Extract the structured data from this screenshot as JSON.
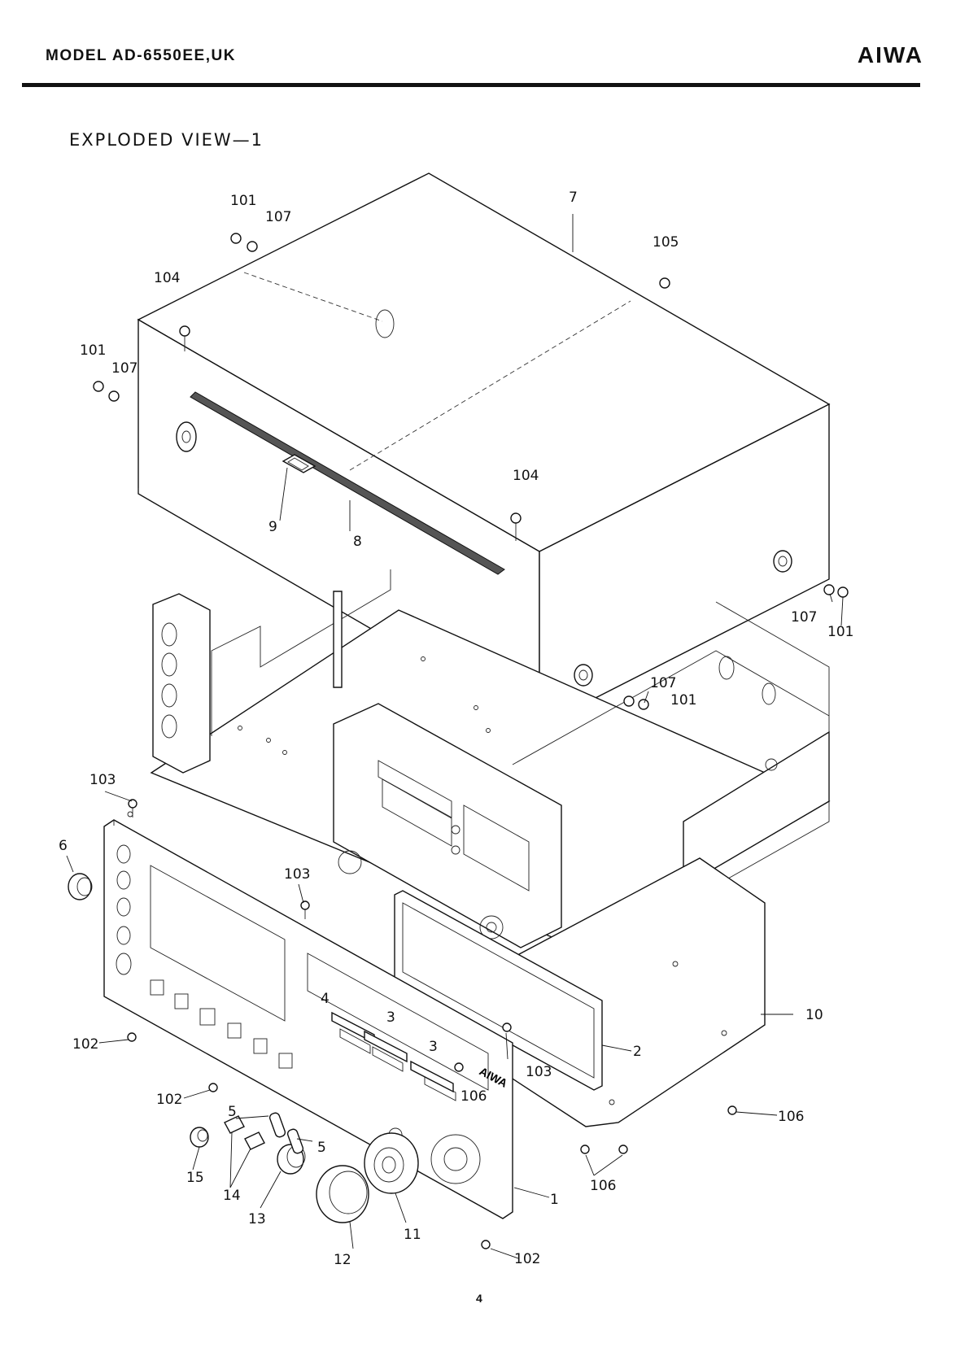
{
  "header": {
    "model": "MODEL AD-6550EE,UK",
    "brand": "AIWA"
  },
  "section_title": "EXPLODED VIEW—1",
  "page_number": "4",
  "panel_text": {
    "front_brand": "AIWA"
  },
  "callouts": [
    {
      "id": "c101a",
      "text": "101"
    },
    {
      "id": "c107a",
      "text": "107"
    },
    {
      "id": "c7",
      "text": "7"
    },
    {
      "id": "c105",
      "text": "105"
    },
    {
      "id": "c104a",
      "text": "104"
    },
    {
      "id": "c101b",
      "text": "101"
    },
    {
      "id": "c107b",
      "text": "107"
    },
    {
      "id": "c104b",
      "text": "104"
    },
    {
      "id": "c9",
      "text": "9"
    },
    {
      "id": "c8",
      "text": "8"
    },
    {
      "id": "c107c",
      "text": "107"
    },
    {
      "id": "c101c",
      "text": "101"
    },
    {
      "id": "c107d",
      "text": "107"
    },
    {
      "id": "c101d",
      "text": "101"
    },
    {
      "id": "c103a",
      "text": "103"
    },
    {
      "id": "c6",
      "text": "6"
    },
    {
      "id": "c103b",
      "text": "103"
    },
    {
      "id": "c4",
      "text": "4"
    },
    {
      "id": "c3a",
      "text": "3"
    },
    {
      "id": "c3b",
      "text": "3"
    },
    {
      "id": "c10",
      "text": "10"
    },
    {
      "id": "c2",
      "text": "2"
    },
    {
      "id": "c102a",
      "text": "102"
    },
    {
      "id": "c103c",
      "text": "103"
    },
    {
      "id": "c106a",
      "text": "106"
    },
    {
      "id": "c102b",
      "text": "102"
    },
    {
      "id": "c5a",
      "text": "5"
    },
    {
      "id": "c5b",
      "text": "5"
    },
    {
      "id": "c106b",
      "text": "106"
    },
    {
      "id": "c15",
      "text": "15"
    },
    {
      "id": "c14",
      "text": "14"
    },
    {
      "id": "c13",
      "text": "13"
    },
    {
      "id": "c1",
      "text": "1"
    },
    {
      "id": "c106c",
      "text": "106"
    },
    {
      "id": "c11",
      "text": "11"
    },
    {
      "id": "c12",
      "text": "12"
    },
    {
      "id": "c102c",
      "text": "102"
    }
  ]
}
